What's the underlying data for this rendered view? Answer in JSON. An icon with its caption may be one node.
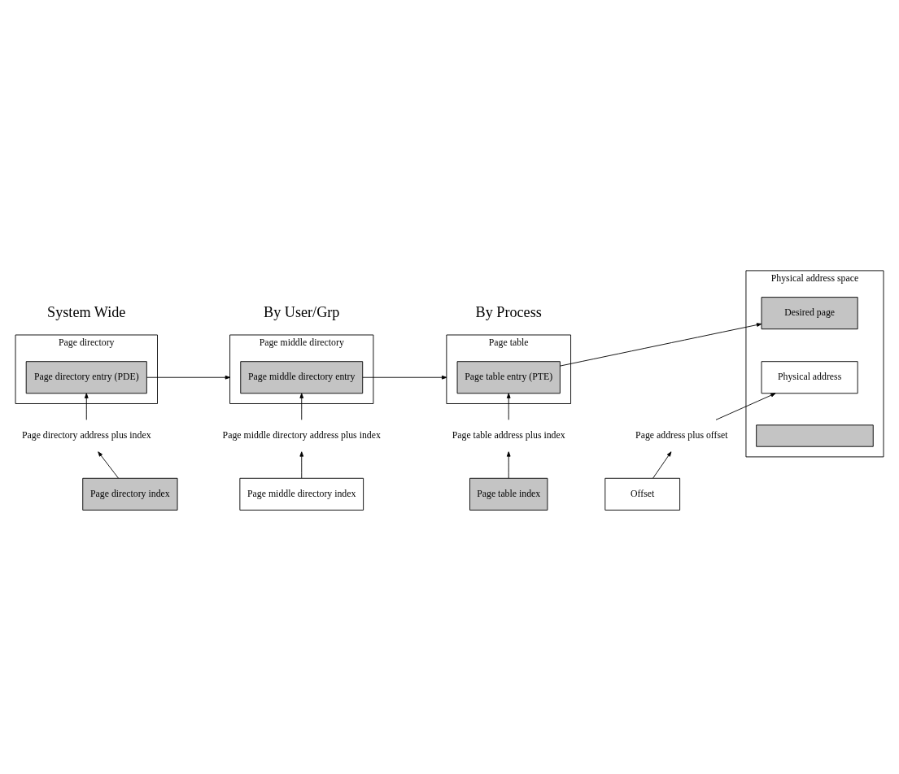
{
  "diagram": {
    "nodes": [
      {
        "text": [
          "Page directory"
        ],
        "beside": [
          "System Wide"
        ]
      },
      {
        "text": [
          "Page directory entry (PDE)"
        ],
        "in": 0
      },
      {
        "text": [
          "Page middle directory"
        ],
        "beside": [
          "By User/Grp"
        ]
      },
      {
        "text": [
          "Page middle directory entry"
        ],
        "in": 2
      },
      {
        "text": [
          "Page table"
        ],
        "beside": [
          "By Process"
        ]
      },
      {
        "text": [
          "Page table entry (PTE)"
        ],
        "in": 4
      },
      {
        "text": [
          "Physical address space"
        ]
      },
      {
        "text": [
          "Desired page"
        ],
        "in": 6
      },
      {
        "text": [
          "Physical address"
        ],
        "in": 6
      },
      {
        "text": [],
        "shape": "bar",
        "in": 6
      },
      {
        "text": [
          "Page directory address plus index"
        ]
      },
      {
        "text": [
          "Page middle directory address plus index"
        ]
      },
      {
        "text": [
          "Page table address plus index"
        ]
      },
      {
        "text": [
          "Page address plus offset"
        ]
      },
      {
        "text": [
          "Page directory index"
        ]
      },
      {
        "text": [
          "Page middle directory index"
        ]
      },
      {
        "text": [
          "Page table index"
        ]
      },
      {
        "text": [
          "Offset"
        ]
      }
    ],
    "edges": [
      {
        "from": 14,
        "to": 10,
        "arrow": "to"
      },
      {
        "from": 10,
        "to": 1,
        "arrow": "to"
      },
      {
        "from": 1,
        "to": 2,
        "arrow": "to"
      },
      {
        "from": 15,
        "to": 11,
        "arrow": "to"
      },
      {
        "from": 11,
        "to": 3,
        "arrow": "to"
      },
      {
        "from": 3,
        "to": 4,
        "arrow": "to"
      },
      {
        "from": 16,
        "to": 12,
        "arrow": "to"
      },
      {
        "from": 12,
        "to": 5,
        "arrow": "to"
      },
      {
        "from": 5,
        "to": 7,
        "arrow": "to"
      },
      {
        "from": 17,
        "to": 13,
        "arrow": "to"
      },
      {
        "from": 13,
        "to": 8,
        "arrow": "to"
      }
    ]
  }
}
